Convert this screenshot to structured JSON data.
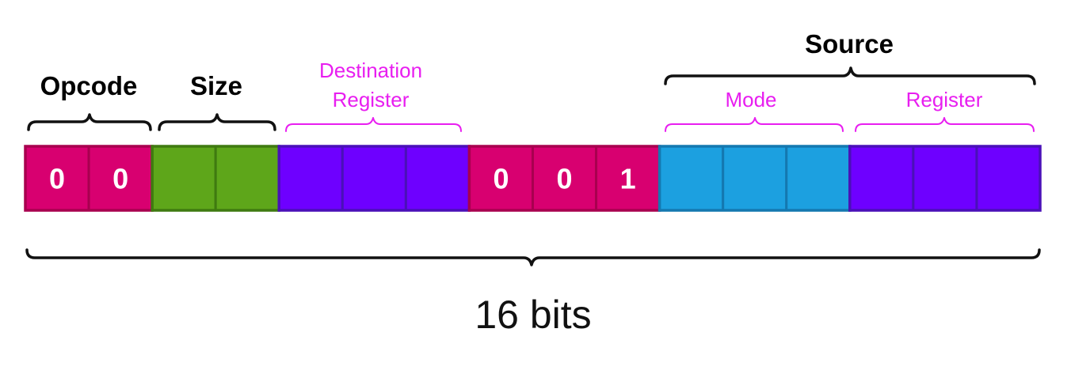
{
  "fields": [
    {
      "key": "opcode",
      "label": "Opcode",
      "bits": [
        "0",
        "0"
      ],
      "color": "#d80070",
      "border": "#a8004f"
    },
    {
      "key": "size",
      "label": "Size",
      "bits": [
        "",
        ""
      ],
      "color": "#5ea61a",
      "border": "#3f7a10"
    },
    {
      "key": "destination_register",
      "label_lines": [
        "Destination",
        "Register"
      ],
      "bits": [
        "",
        "",
        ""
      ],
      "color": "#6e00ff",
      "border": "#4a10b8"
    },
    {
      "key": "fixed",
      "bits": [
        "0",
        "0",
        "1"
      ],
      "color": "#d80070",
      "border": "#a8004f"
    },
    {
      "key": "source_mode",
      "label": "Mode",
      "bits": [
        "",
        "",
        ""
      ],
      "color": "#1ca0e0",
      "border": "#1478b0"
    },
    {
      "key": "source_register",
      "label": "Register",
      "bits": [
        "",
        "",
        ""
      ],
      "color": "#6e00ff",
      "border": "#4a10b8"
    }
  ],
  "group_label": "Source",
  "total_label": "16 bits",
  "colors": {
    "sub_label": "#e81ef0",
    "bracket": "#111111"
  }
}
